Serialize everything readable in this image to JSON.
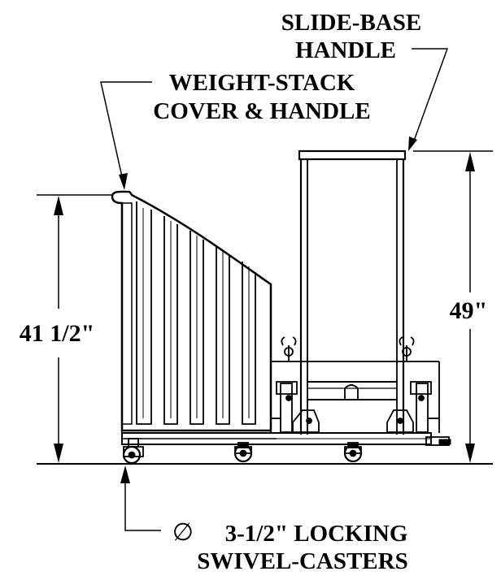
{
  "labels": {
    "slide_base_line1": "SLIDE-BASE",
    "slide_base_line2": "HANDLE",
    "weight_stack_line1": "WEIGHT-STACK",
    "weight_stack_line2": "COVER & HANDLE",
    "casters_symbol": "∅",
    "casters_line1": "3-1/2\" LOCKING",
    "casters_line2": "SWIVEL-CASTERS"
  },
  "dimensions": {
    "left_height": "41 1/2\"",
    "right_height": "49\""
  }
}
